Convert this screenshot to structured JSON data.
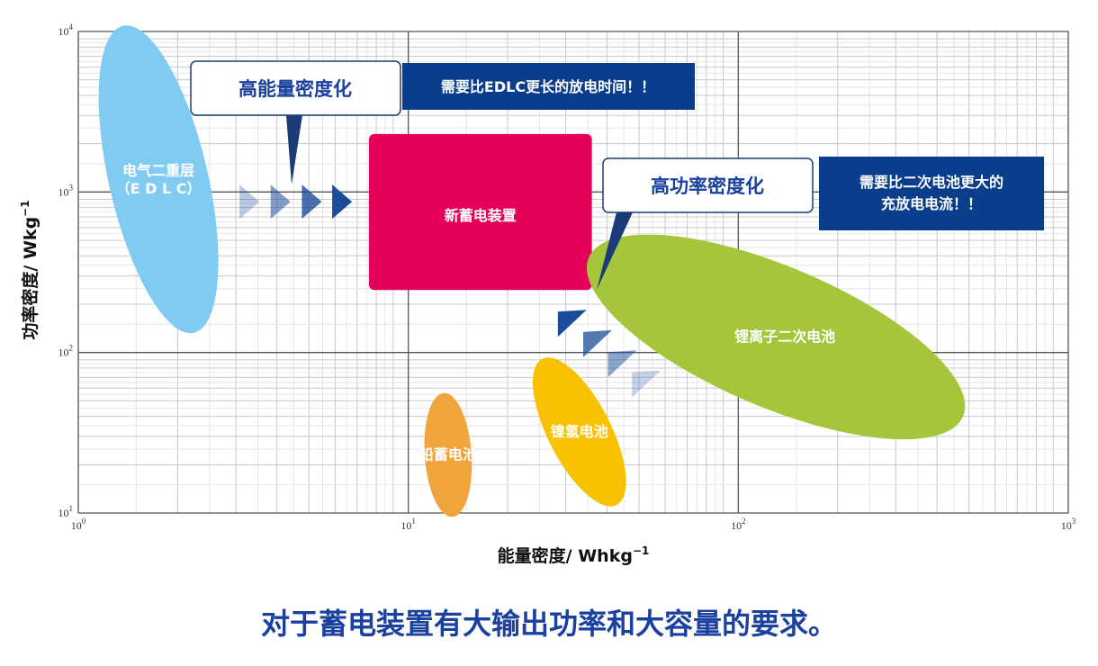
{
  "chart_data": {
    "type": "scatter",
    "title": "",
    "xlabel": "能量密度/ Whkg",
    "xlabel_superscript": "−1",
    "ylabel": "功率密度/ Wkg",
    "ylabel_superscript": "−1",
    "x_scale": "log",
    "y_scale": "log",
    "xlim": [
      1,
      1000
    ],
    "ylim": [
      10,
      10000
    ],
    "grid": true,
    "x_ticks": [
      {
        "value": 1,
        "base": "10",
        "exp": "0"
      },
      {
        "value": 10,
        "base": "10",
        "exp": "1"
      },
      {
        "value": 100,
        "base": "10",
        "exp": "2"
      },
      {
        "value": 1000,
        "base": "10",
        "exp": "3"
      }
    ],
    "y_ticks": [
      {
        "value": 10,
        "base": "10",
        "exp": "1"
      },
      {
        "value": 100,
        "base": "10",
        "exp": "2"
      },
      {
        "value": 1000,
        "base": "10",
        "exp": "3"
      },
      {
        "value": 10000,
        "base": "10",
        "exp": "4"
      }
    ],
    "regions": [
      {
        "id": "edlc",
        "label_lines": [
          "电气二重层",
          "（E D L C）"
        ],
        "shape": "ellipse",
        "x_center": 1.75,
        "y_center": 1200,
        "x_span": [
          1.15,
          2.65
        ],
        "y_span": [
          115,
          9500
        ],
        "rotation_deg": -13,
        "color": "#7fcbf2"
      },
      {
        "id": "new-storage",
        "label_lines": [
          "新蓄电装置"
        ],
        "shape": "rect",
        "x_range": [
          7.6,
          36
        ],
        "y_range": [
          245,
          2300
        ],
        "color": "#e5005a"
      },
      {
        "id": "li-ion",
        "label_lines": [
          "锂离子二次电池"
        ],
        "shape": "ellipse",
        "x_center": 130,
        "y_center": 125,
        "x_span": [
          40,
          560
        ],
        "y_span": [
          27,
          510
        ],
        "rotation_deg": 23,
        "color": "#a5c63b"
      },
      {
        "id": "nimh",
        "label_lines": [
          "镍氢电池"
        ],
        "shape": "ellipse",
        "x_center": 33,
        "y_center": 32,
        "x_span": [
          24,
          46
        ],
        "y_span": [
          13,
          110
        ],
        "rotation_deg": -27,
        "color": "#f8c200"
      },
      {
        "id": "lead-acid",
        "label_lines": [
          "铅蓄电池"
        ],
        "shape": "ellipse",
        "x_center": 13.2,
        "y_center": 23,
        "x_span": [
          11.2,
          15.6
        ],
        "y_span": [
          11.5,
          68
        ],
        "rotation_deg": -4,
        "color": "#f0a43c"
      }
    ],
    "arrows": [
      {
        "direction": "right",
        "x": [
          3.3,
          4.1,
          5.1,
          6.3
        ],
        "y": 870
      },
      {
        "direction": "down-right",
        "x": [
          31,
          37,
          44,
          52
        ],
        "y": [
          150,
          112,
          84,
          63
        ]
      }
    ],
    "annotations": [
      {
        "id": "energy",
        "title": "高能量密度化",
        "note": "需要比EDLC更长的放电时间！！"
      },
      {
        "id": "power",
        "title": "高功率密度化",
        "note_lines": [
          "需要比二次电池更大的",
          "充放电电流！！"
        ]
      }
    ]
  },
  "footer": {
    "statement": "对于蓄电装置有大输出功率和大容量的要求。"
  },
  "colors": {
    "grid": "#c8c8c8",
    "grid_major": "#555555",
    "callout_border": "#1b3b78",
    "note_bg": "#0a3e8c",
    "arrow": "#1a4c9a",
    "title_text": "#1a40a0"
  }
}
